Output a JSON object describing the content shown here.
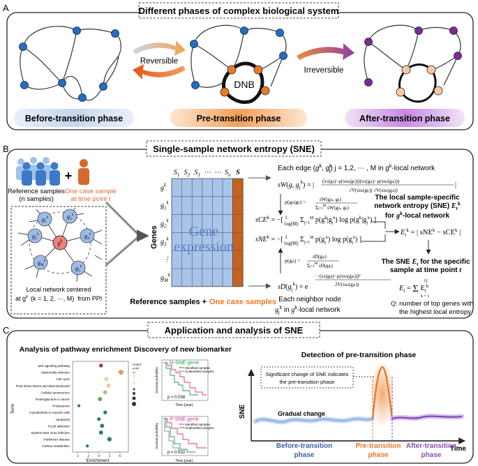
{
  "panel_a": {
    "letter": "A",
    "title": "Different phases of complex biological system",
    "reversible": "Reversible",
    "irreversible": "Irreversible",
    "dnb": "DNB",
    "before_phase": "Before-transition phase",
    "pre_phase": "Pre-transition phase",
    "after_phase": "After-transition phase",
    "colors": {
      "before": "#b8cbe6",
      "pre": "#f3a25a",
      "after": "#c88ee0",
      "node_blue": "#1f6fc5",
      "node_orange": "#e87a26",
      "node_purple": "#7a2b9a",
      "node_peach": "#f8c9a3"
    }
  },
  "panel_b": {
    "letter": "B",
    "title": "Single-sample network entropy (SNE)",
    "reference_samples": "Reference samples",
    "n_samples": "(n samples)",
    "plus": "+",
    "one_case_line1": "One case sample",
    "one_case_line2": "at time point t",
    "local_net_line1": "Local network centered",
    "local_net_line2": "at g",
    "local_net_sup": "k",
    "local_net_range": "(k = 1, 2, ⋯, M)",
    "local_net_from": "from PPI",
    "center_node": "g",
    "center_sup": "k",
    "neighbor_nodes": [
      {
        "base": "g",
        "sub": "1",
        "sup": "k"
      },
      {
        "base": "g",
        "sub": "2",
        "sup": "k"
      },
      {
        "base": "g",
        "sub": "3",
        "sup": "k"
      },
      {
        "base": "g",
        "sub": "4",
        "sup": "k"
      },
      {
        "base": "g",
        "sub": "5",
        "sup": "k"
      },
      {
        "base": "g",
        "sub": "M",
        "sup": "k"
      }
    ],
    "matrix_cols": [
      "S1",
      "S2",
      "S3",
      "⋯",
      "⋯",
      "Sn",
      "S"
    ],
    "matrix_rows": [
      "g^k",
      "g1^k",
      "g2^k",
      "g3^k",
      "⋮",
      "gM^k"
    ],
    "genes_label": "Genes",
    "gene_expression_line1": "Gene",
    "gene_expression_line2": "expression",
    "bottom_ref": "Reference samples +",
    "bottom_case": "One case samples",
    "each_edge": "Each edge (g^k, g_j^k) j = 1,2, ⋯ , M  in g^k-local network",
    "sW_formula": "sW(g, g_j^k) = | (x_S(g^k) − μ(x_Re(g^k)))(x_S(g_j^k) − μ(x_Re(g_j^k))) / (√V(x_Re(g^k)) √V(x_Re(g_j^k))) |",
    "p_edge_formula": "p(g_j^k | g^k) = sW(g_j^k, g^k) / Σ sW(g_j^k, g^k)",
    "sCE_formula": "sCE^k = −[ 1/log(M) Σ p(g^k|g_j^k) log p(g^k|g_j^k) ]",
    "sNE_formula": "sNE^k = −[ 1/log(M) Σ p(g_j^k) log p(g_j^k) ]",
    "p_node_formula": "p(g_j^k) = sD(g_j^k) / Σ sD(g_j^k)",
    "sD_formula": "sD(g_j^k) = e^(−(x_S(g_j^k) − μ(x_Re(g_j^k)))² / 2V(x_Re(g_j^k)))",
    "each_neighbor_line1": "Each neighbor node",
    "each_neighbor_line2": "g_j^k  in g^k-local network",
    "local_title_line1": "The local sample-specific",
    "local_title_line2": "network entropy (SNE) E_t^k",
    "local_title_line3": "for g^k-local network",
    "Etk_formula": "E_t^k = | sNE^k − sCE^k |",
    "sne_title_line1": "The SNE E_t for the specific",
    "sne_title_line2": "sample at time point t",
    "Et_formula": "E_t = Σ_{k=1}^{Q} E_t^k",
    "q_note_line1": "Q: number of top genes with",
    "q_note_line2": "the highest local entropy"
  },
  "panel_c": {
    "letter": "C",
    "title": "Application and analysis of SNE",
    "pathway_title": "Analysis of pathway enrichment",
    "biomarker_title": "Discovery of new biomarker",
    "detection_title": "Detection of pre-transition phase",
    "term_axis": "Term",
    "enrichment_axis": "Enrichment",
    "pathways": [
      "p53 signaling pathway",
      "Salmonella infection",
      "Cell cycle",
      "Fluid shear stress and atherosclerosis",
      "Cellular senescence",
      "Proteoglycans in cancer",
      "Proteasome",
      "Cytoskeleton in muscle cells",
      "Apoptosis",
      "Focal adhesion",
      "Epstein-Barr virus infection",
      "Parkinson disease",
      "Carbon metabolism"
    ],
    "x_ticks": [
      "1",
      "2",
      "3",
      "4",
      "5"
    ],
    "legend_count": "Count",
    "legend_padj": "p.adj",
    "o_sne_gene": "O-SNE gene",
    "p_sne_gene": "P-SNE gene",
    "identified": "Identified samples",
    "unidentified": "Unidentified samples",
    "p_value_1": "p = 0.038",
    "p_value_2": "p = 0.032",
    "survival_prob": "Survival probability",
    "time_year": "Time (year)",
    "significant_note_line1": "Significant change of SNE indicates",
    "significant_note_line2": "the pre-transition phase",
    "gradual_change": "Gradual change",
    "sne_axis": "SNE",
    "time_axis": "Time",
    "before_line1": "Before-transition",
    "before_line2": "phase",
    "pre_line1": "Pre-transition",
    "pre_line2": "phase",
    "after_line1": "After-transition",
    "after_line2": "phase",
    "colors": {
      "before": "#3a62ad",
      "pre": "#e8772a",
      "after": "#8a4fb3",
      "o_sne": "#1c9e4a",
      "p_sne": "#e0338a"
    }
  }
}
